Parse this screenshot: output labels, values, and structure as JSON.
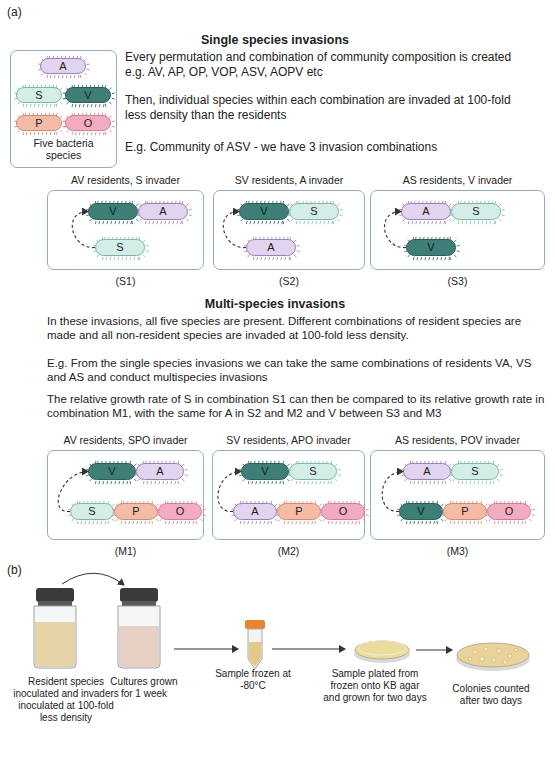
{
  "diagram": {
    "nodes": [
      {
        "text": [
          "Five bacteria species"
        ]
      },
      {
        "text": [
          "A"
        ],
        "in": 0
      },
      {
        "text": [
          "S"
        ],
        "in": 0
      },
      {
        "text": [
          "V"
        ],
        "in": 0
      },
      {
        "text": [
          "P"
        ],
        "in": 0
      },
      {
        "text": [
          "O"
        ],
        "in": 0
      },
      {
        "text": [
          "AV residents, S invader",
          "(S1)"
        ]
      },
      {
        "text": [
          "V"
        ],
        "in": 6
      },
      {
        "text": [
          "A"
        ],
        "in": 6
      },
      {
        "text": [
          "S"
        ],
        "in": 6
      },
      {
        "text": [
          "SV residents, A invader",
          "(S2)"
        ]
      },
      {
        "text": [
          "V"
        ],
        "in": 10
      },
      {
        "text": [
          "S"
        ],
        "in": 10
      },
      {
        "text": [
          "A"
        ],
        "in": 10
      },
      {
        "text": [
          "AS residents, V invader",
          "(S3)"
        ]
      },
      {
        "text": [
          "A"
        ],
        "in": 14
      },
      {
        "text": [
          "S"
        ],
        "in": 14
      },
      {
        "text": [
          "V"
        ],
        "in": 14
      },
      {
        "text": [
          "AV residents, SPO invader",
          "(M1)"
        ]
      },
      {
        "text": [
          "V"
        ],
        "in": 18
      },
      {
        "text": [
          "A"
        ],
        "in": 18
      },
      {
        "text": [
          "S"
        ],
        "in": 18
      },
      {
        "text": [
          "P"
        ],
        "in": 18
      },
      {
        "text": [
          "O"
        ],
        "in": 18
      },
      {
        "text": [
          "SV residents, APO invader",
          "(M2)"
        ]
      },
      {
        "text": [
          "V"
        ],
        "in": 24
      },
      {
        "text": [
          "S"
        ],
        "in": 24
      },
      {
        "text": [
          "A"
        ],
        "in": 24
      },
      {
        "text": [
          "P"
        ],
        "in": 24
      },
      {
        "text": [
          "O"
        ],
        "in": 24
      },
      {
        "text": [
          "AS residents, POV invader",
          "(M3)"
        ]
      },
      {
        "text": [
          "A"
        ],
        "in": 30
      },
      {
        "text": [
          "S"
        ],
        "in": 30
      },
      {
        "text": [
          "V"
        ],
        "in": 30
      },
      {
        "text": [
          "P"
        ],
        "in": 30
      },
      {
        "text": [
          "O"
        ],
        "in": 30
      }
    ],
    "edges": [
      {
        "from": 9,
        "to": 7,
        "arrow": "to"
      },
      {
        "from": 13,
        "to": 11,
        "arrow": "to"
      },
      {
        "from": 17,
        "to": 15,
        "arrow": "to"
      },
      {
        "from": 21,
        "to": 19,
        "arrow": "to"
      },
      {
        "from": 27,
        "to": 25,
        "arrow": "to"
      },
      {
        "from": 33,
        "to": 31,
        "arrow": "to"
      }
    ],
    "labels": [
      "(a)",
      "Single species invasions",
      "Every permutation and combination of community composition is created e.g. AV, AP, OP, VOP, ASV, AOPV etc",
      "Then, individual species within each combination are invaded at 100-fold less density than the residents",
      "E.g. Community of ASV - we have 3 invasion combinations",
      "Multi-species invasions",
      "In these invasions, all five species are present. Different combinations of resident species are made and all non-resident species are invaded at 100-fold less density.",
      "E.g. From the single species invasions we can take the same combinations of residents VA, VS and AS and conduct multispecies invasions",
      "The relative growth rate of S in combination S1 can then be compared to its relative growth rate in combination M1, with the same for A in S2 and M2 and V between S3 and M3",
      "(b)",
      "Resident species inoculated and invaders inoculated at 100-fold less density",
      "Cultures grown for 1 week",
      "Sample frozen at -80°C",
      "Sample plated from frozen onto KB agar and grown for two days",
      "Colonies counted after two days"
    ]
  }
}
